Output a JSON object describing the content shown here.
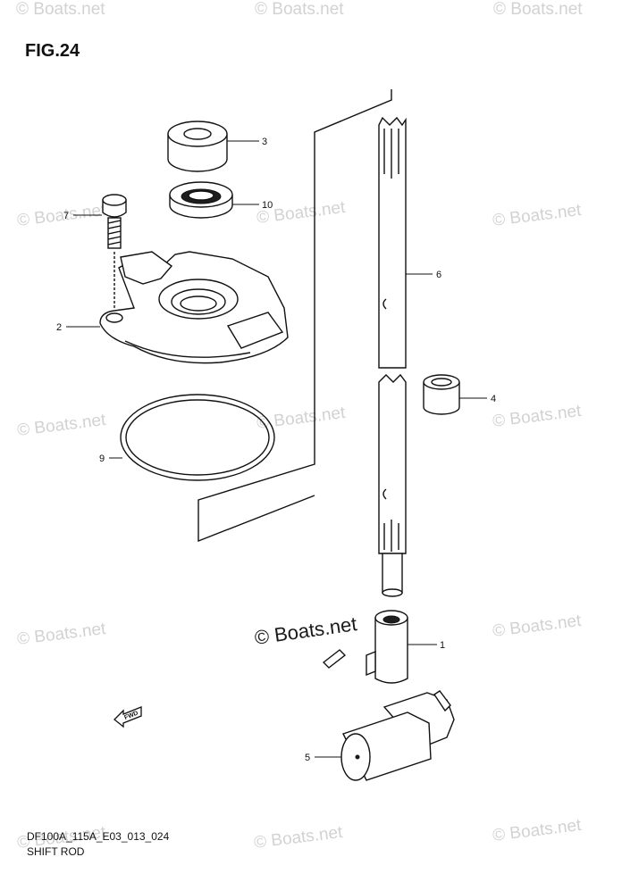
{
  "figure": {
    "title": "FIG.24",
    "code": "DF100A_115A_E03_013_024",
    "caption": "SHIFT ROD"
  },
  "watermark": {
    "text": "© Boats.net",
    "featured_text": "© Boats.net"
  },
  "fwd_arrow": {
    "label": "FWD",
    "icon": "forward-arrow-icon"
  },
  "callouts": {
    "c1": "1",
    "c2": "2",
    "c3": "3",
    "c4": "4",
    "c5": "5",
    "c6": "6",
    "c7": "7",
    "c9": "9",
    "c10": "10"
  }
}
